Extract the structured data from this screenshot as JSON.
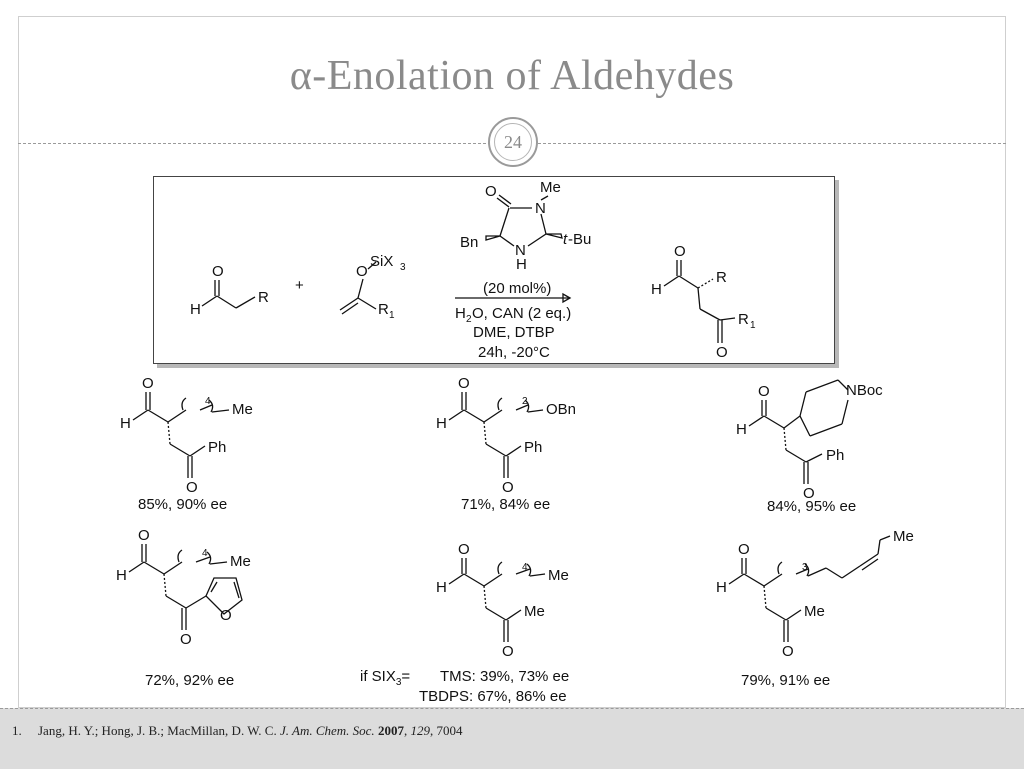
{
  "slide": {
    "title": "α-Enolation of Aldehydes",
    "page_number": "24"
  },
  "scheme": {
    "catalyst": {
      "o": "O",
      "n_top": "N",
      "me": "Me",
      "bn": "Bn",
      "t": "t",
      "bu": "-Bu",
      "nh": "N",
      "h": "H"
    },
    "plus": "+",
    "aldehyde": {
      "o": "O",
      "h": "H",
      "r": "R"
    },
    "enol_ether": {
      "o": "O",
      "six": "SiX",
      "sub3": "3",
      "r": "R",
      "sub1": "1"
    },
    "conditions": {
      "loading": "(20 mol%)",
      "line1_h": "H",
      "line1_sub": "2",
      "line1_rest": "O, CAN (2 eq.)",
      "line2": "DME, DTBP",
      "line3": "24h, -20°C"
    },
    "product": {
      "o1": "O",
      "h": "H",
      "r": "R",
      "r1": "R",
      "sub1": "1",
      "o2": "O"
    }
  },
  "examples": [
    {
      "yield": "85%, 90% ee",
      "o1": "O",
      "h": "H",
      "n": "4",
      "tail": "Me",
      "ph": "Ph",
      "o2": "O"
    },
    {
      "yield": "71%, 84% ee",
      "o1": "O",
      "h": "H",
      "n": "2",
      "tail": "OBn",
      "ph": "Ph",
      "o2": "O"
    },
    {
      "yield": "84%, 95% ee",
      "o1": "O",
      "h": "H",
      "nboc": "NBoc",
      "ph": "Ph",
      "o2": "O"
    },
    {
      "yield": "72%, 92% ee",
      "o1": "O",
      "h": "H",
      "n": "4",
      "tail": "Me",
      "ring_o": "O",
      "o2": "O"
    },
    {
      "o1": "O",
      "h": "H",
      "n": "4",
      "tail": "Me",
      "me": "Me",
      "o2": "O",
      "if_six": "if SIX",
      "if_sub": "3",
      "if_eq": "=",
      "tms": "TMS: 39%, 73% ee",
      "tbdps": "TBDPS: 67%, 86% ee"
    },
    {
      "yield": "79%, 91% ee",
      "o1": "O",
      "h": "H",
      "n": "3",
      "tail": "Me",
      "me": "Me",
      "o2": "O"
    }
  ],
  "footer": {
    "number": "1.",
    "authors": "Jang, H. Y.; Hong, J. B.; MacMillan, D. W. C. ",
    "journal": "J. Am. Chem. Soc.",
    "year": "2007",
    "volume": "129",
    "page": ", 7004"
  }
}
